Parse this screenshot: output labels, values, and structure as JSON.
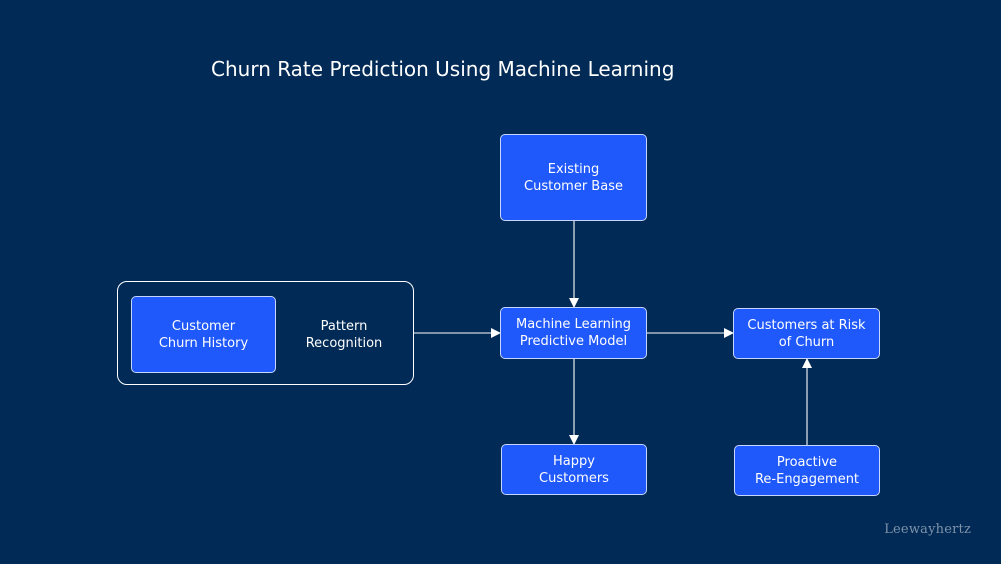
{
  "title": "Churn Rate Prediction Using Machine Learning",
  "nodes": {
    "existing": {
      "line1": "Existing",
      "line2": "Customer Base"
    },
    "history": {
      "line1": "Customer",
      "line2": "Churn History"
    },
    "pattern": {
      "line1": "Pattern",
      "line2": "Recognition"
    },
    "model": {
      "line1": "Machine Learning",
      "line2": "Predictive Model"
    },
    "risk": {
      "line1": "Customers at Risk",
      "line2": "of Churn"
    },
    "happy": {
      "line1": "Happy",
      "line2": "Customers"
    },
    "reengage": {
      "line1": "Proactive",
      "line2": "Re-Engagement"
    }
  },
  "watermark": "Leewayhertz",
  "colors": {
    "background": "#012a56",
    "node": "#1f58fb",
    "line": "#ffffff"
  }
}
